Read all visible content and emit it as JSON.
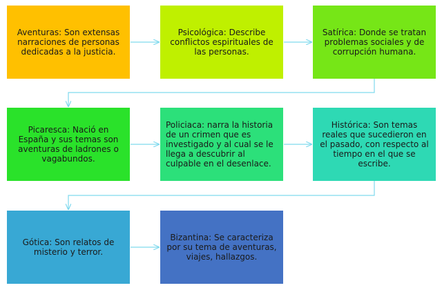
{
  "boxes": [
    {
      "text": "Aventuras: Son extensas narraciones de personas dedicadas a la justicia.",
      "color": "#FFC000"
    },
    {
      "text": "Psicológica: Describe conflictos espirituales de las personas.",
      "color": "#BFF000"
    },
    {
      "text": "Satírica: Donde se tratan problemas sociales y de corrupción humana.",
      "color": "#76E617"
    },
    {
      "text": "Picaresca: Nació en España y sus temas son aventuras de ladrones o vagabundos.",
      "color": "#2AE22A"
    },
    {
      "text": "Policiaca: narra la historia de un crimen que es investigado y al cual se le llega a descubrir al culpable en el desenlace.",
      "color": "#2CE07A"
    },
    {
      "text": "Histórica: Son temas reales que sucedieron en el pasado, con respecto al tiempo en el que se escribe.",
      "color": "#2ED9B4"
    },
    {
      "text": "Gótica: Son relatos de misterio y terror.",
      "color": "#38A8D4"
    },
    {
      "text": "Bizantina: Se caracteriza por su tema de aventuras, viajes, hallazgos.",
      "color": "#4472C4"
    }
  ],
  "connector_color": "#7FD9EE"
}
